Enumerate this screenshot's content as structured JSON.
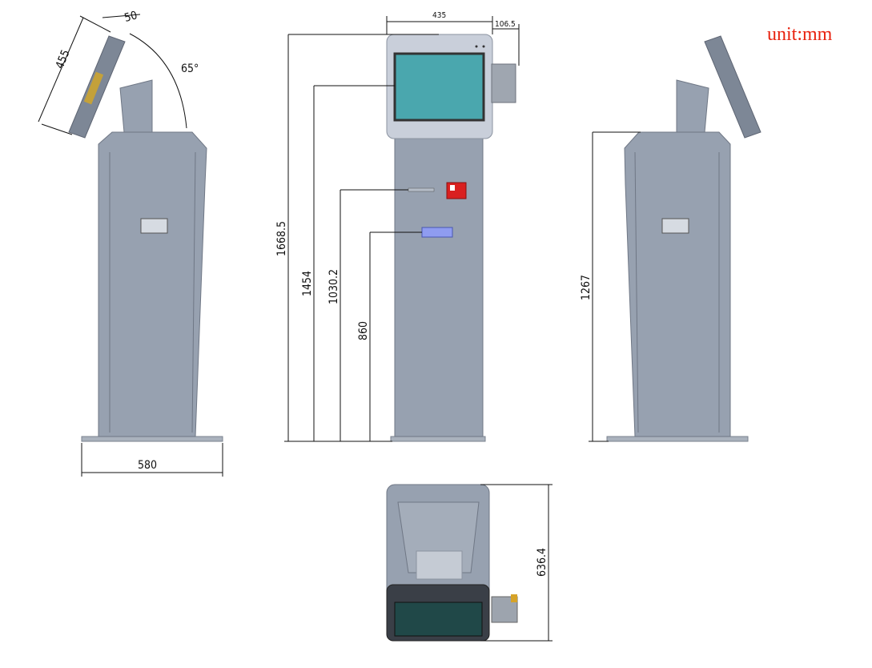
{
  "unit_label": "unit:mm",
  "colors": {
    "unit_text": "#e8220f",
    "kiosk_body": "#97a1b0",
    "screen": "#4aa7ae",
    "badge_red": "#d92020",
    "card_slot": "#8f9cf0"
  },
  "dimensions": {
    "side_left": {
      "screen_length": "455",
      "screen_depth": "50",
      "tilt_angle": "65°",
      "base_width": "580"
    },
    "front": {
      "screen_width": "435",
      "printer_offset": "106.5",
      "total_height": "1668.5",
      "screen_center_height": "1454",
      "badge_height": "1030.2",
      "slot_height": "860"
    },
    "side_right": {
      "body_height": "1267"
    },
    "top": {
      "depth": "636.4"
    }
  }
}
